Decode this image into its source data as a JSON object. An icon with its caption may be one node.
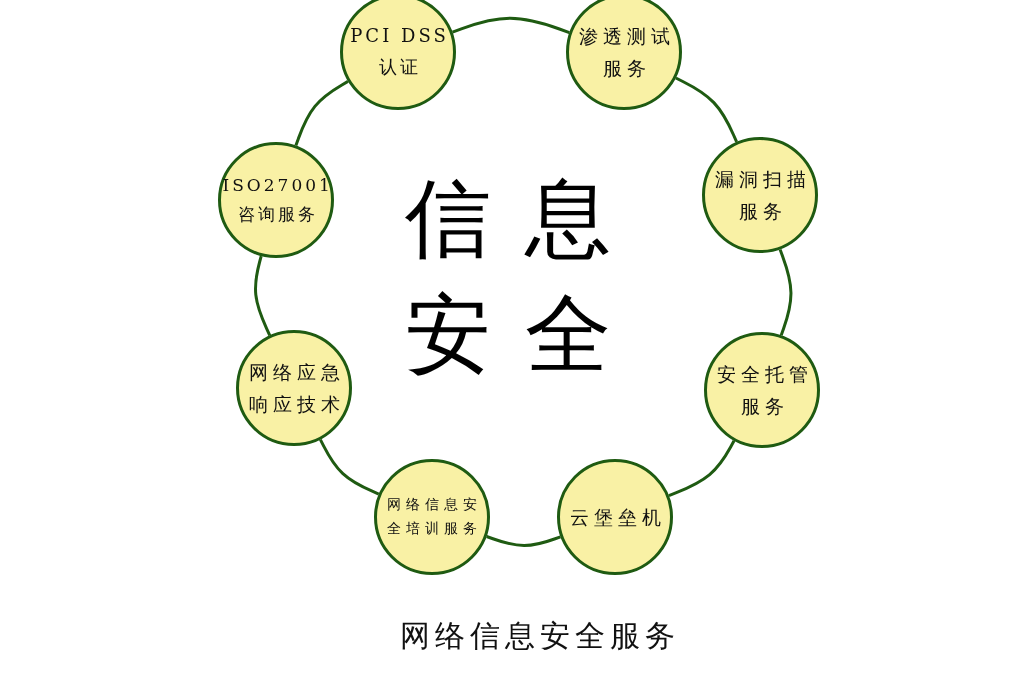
{
  "diagram": {
    "title": "信息安全",
    "caption": "网络信息安全服务",
    "nodes": [
      {
        "text": [
          "PCI DSS 认证"
        ]
      },
      {
        "text": [
          "渗透测试服务"
        ]
      },
      {
        "text": [
          "漏洞扫描服务"
        ]
      },
      {
        "text": [
          "安全托管服务"
        ]
      },
      {
        "text": [
          "云堡垒机"
        ]
      },
      {
        "text": [
          "网络信息安全培训服务"
        ]
      },
      {
        "text": [
          "网络应急响应技术"
        ]
      },
      {
        "text": [
          "ISO27001 咨询服务"
        ]
      }
    ],
    "edges": [
      {
        "from": 0,
        "to": 1,
        "arrow": "none"
      },
      {
        "from": 1,
        "to": 2,
        "arrow": "none"
      },
      {
        "from": 2,
        "to": 3,
        "arrow": "none"
      },
      {
        "from": 3,
        "to": 4,
        "arrow": "none"
      },
      {
        "from": 4,
        "to": 5,
        "arrow": "none"
      },
      {
        "from": 5,
        "to": 6,
        "arrow": "none"
      },
      {
        "from": 6,
        "to": 7,
        "arrow": "none"
      },
      {
        "from": 7,
        "to": 0,
        "arrow": "none"
      }
    ]
  }
}
